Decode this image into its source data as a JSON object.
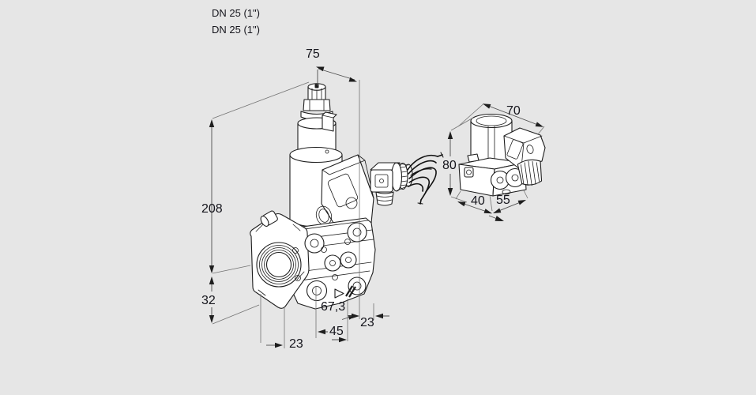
{
  "page": {
    "background_color": "#e6e6e6"
  },
  "header_labels": {
    "size_label_1": "DN 25 (1\")",
    "size_label_2": "DN 25 (1\")"
  },
  "main_view": {
    "dimensions": {
      "overall_width_top": "75",
      "overall_height": "208",
      "port_axis_offset": "32",
      "offset_bottom_left": "23",
      "mounting_width": "45",
      "body_width": "67,3",
      "offset_bottom_right": "23"
    }
  },
  "side_view": {
    "dimensions": {
      "coil_width_top": "70",
      "coil_height": "80",
      "body_depth": "40",
      "body_width": "55"
    }
  },
  "drawing_colors": {
    "line": "#1e1e1e",
    "dimension_line": "#4d4d4d",
    "extension_line": "#737373",
    "text": "#15151c",
    "shape_fill": "#ffffff",
    "background": "#e6e6e6"
  }
}
